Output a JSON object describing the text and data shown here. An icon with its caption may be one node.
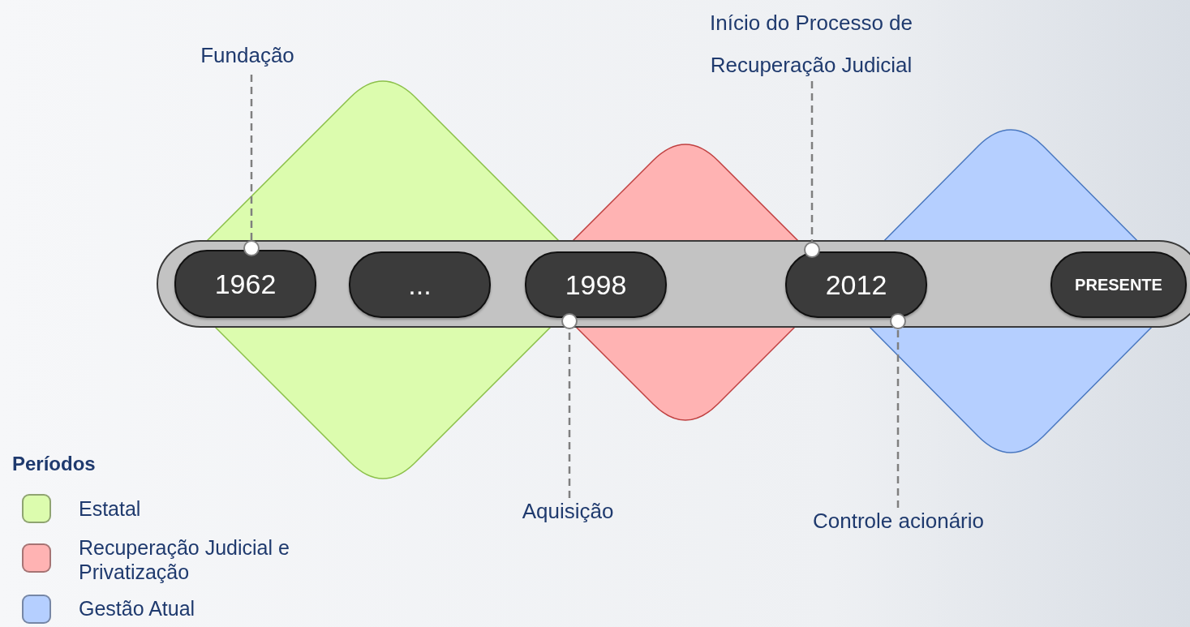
{
  "diagram": {
    "nodes": [
      {
        "text": [
          "Fundação"
        ]
      },
      {
        "text": [
          "Início do Processo de Recuperação Judicial"
        ]
      },
      {
        "text": [],
        "shape": "diamond"
      },
      {
        "text": [],
        "shape": "diamond"
      },
      {
        "text": [],
        "shape": "diamond"
      },
      {
        "text": [],
        "shape": "bar"
      },
      {
        "text": [
          "1962"
        ],
        "in": 5
      },
      {
        "text": [
          "..."
        ]
      },
      {
        "text": [
          "1998"
        ],
        "in": 5
      },
      {
        "text": [
          "2012"
        ],
        "in": 5
      },
      {
        "text": [
          "PRESENTE"
        ],
        "in": 5
      },
      {
        "text": [
          "Aquisição"
        ]
      },
      {
        "text": [
          "Controle acionário"
        ]
      }
    ],
    "edges": [
      {
        "from": 0,
        "to": 6,
        "arrow": "other",
        "style": "dashed"
      },
      {
        "from": 1,
        "to": 9,
        "arrow": "other",
        "style": "dashed"
      },
      {
        "from": 11,
        "to": 8,
        "arrow": "other",
        "style": "dashed"
      },
      {
        "from": 12,
        "to": 9,
        "arrow": "other",
        "style": "dashed"
      }
    ],
    "labels": [
      "Períodos"
    ],
    "legend": [
      {
        "text": "Estatal",
        "color": "#dcfcae"
      },
      {
        "text": "Recuperação Judicial e Privatização",
        "color": "#ffb3b3"
      },
      {
        "text": "Gestão Atual",
        "color": "#b5cfff"
      }
    ]
  }
}
